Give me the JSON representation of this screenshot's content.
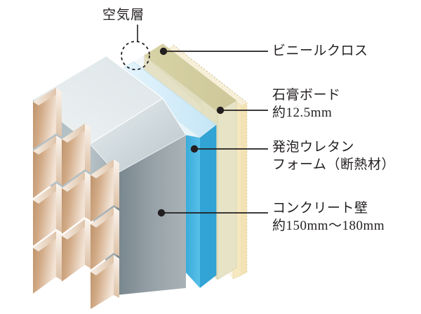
{
  "diagram": {
    "title_callout": {
      "label": "空気層",
      "marker": "dashed-circle"
    },
    "labels": [
      {
        "id": "vinyl-cloth",
        "name": "ビニールクロス",
        "spec": "",
        "note": ""
      },
      {
        "id": "gypsum-board",
        "name": "石膏ボード",
        "spec": "約12.5mm",
        "note": ""
      },
      {
        "id": "urethane-foam",
        "name": "発泡ウレタン",
        "spec": "フォーム",
        "note": "（断熱材）"
      },
      {
        "id": "concrete-wall",
        "name": "コンクリート壁",
        "spec": "約150mm〜180mm",
        "note": ""
      }
    ],
    "colors": {
      "vinyl_cloth": "#fbf3db",
      "gypsum_board": "#e9e7cf",
      "gypsum_board_top": "#cfcaa0",
      "urethane_foam": "#42b4e0",
      "urethane_foam_top": "#cfeaf7",
      "concrete": "#8f9aa0",
      "concrete_top": "#e4eaec",
      "tile": "#c69c76",
      "tile_light": "#f0ddcb",
      "leader_line": "#231f20",
      "text": "#231f20"
    },
    "layers_outside_in": [
      "タイル",
      "コンクリート壁",
      "発泡ウレタンフォーム",
      "空気層",
      "石膏ボード",
      "ビニールクロス"
    ]
  }
}
